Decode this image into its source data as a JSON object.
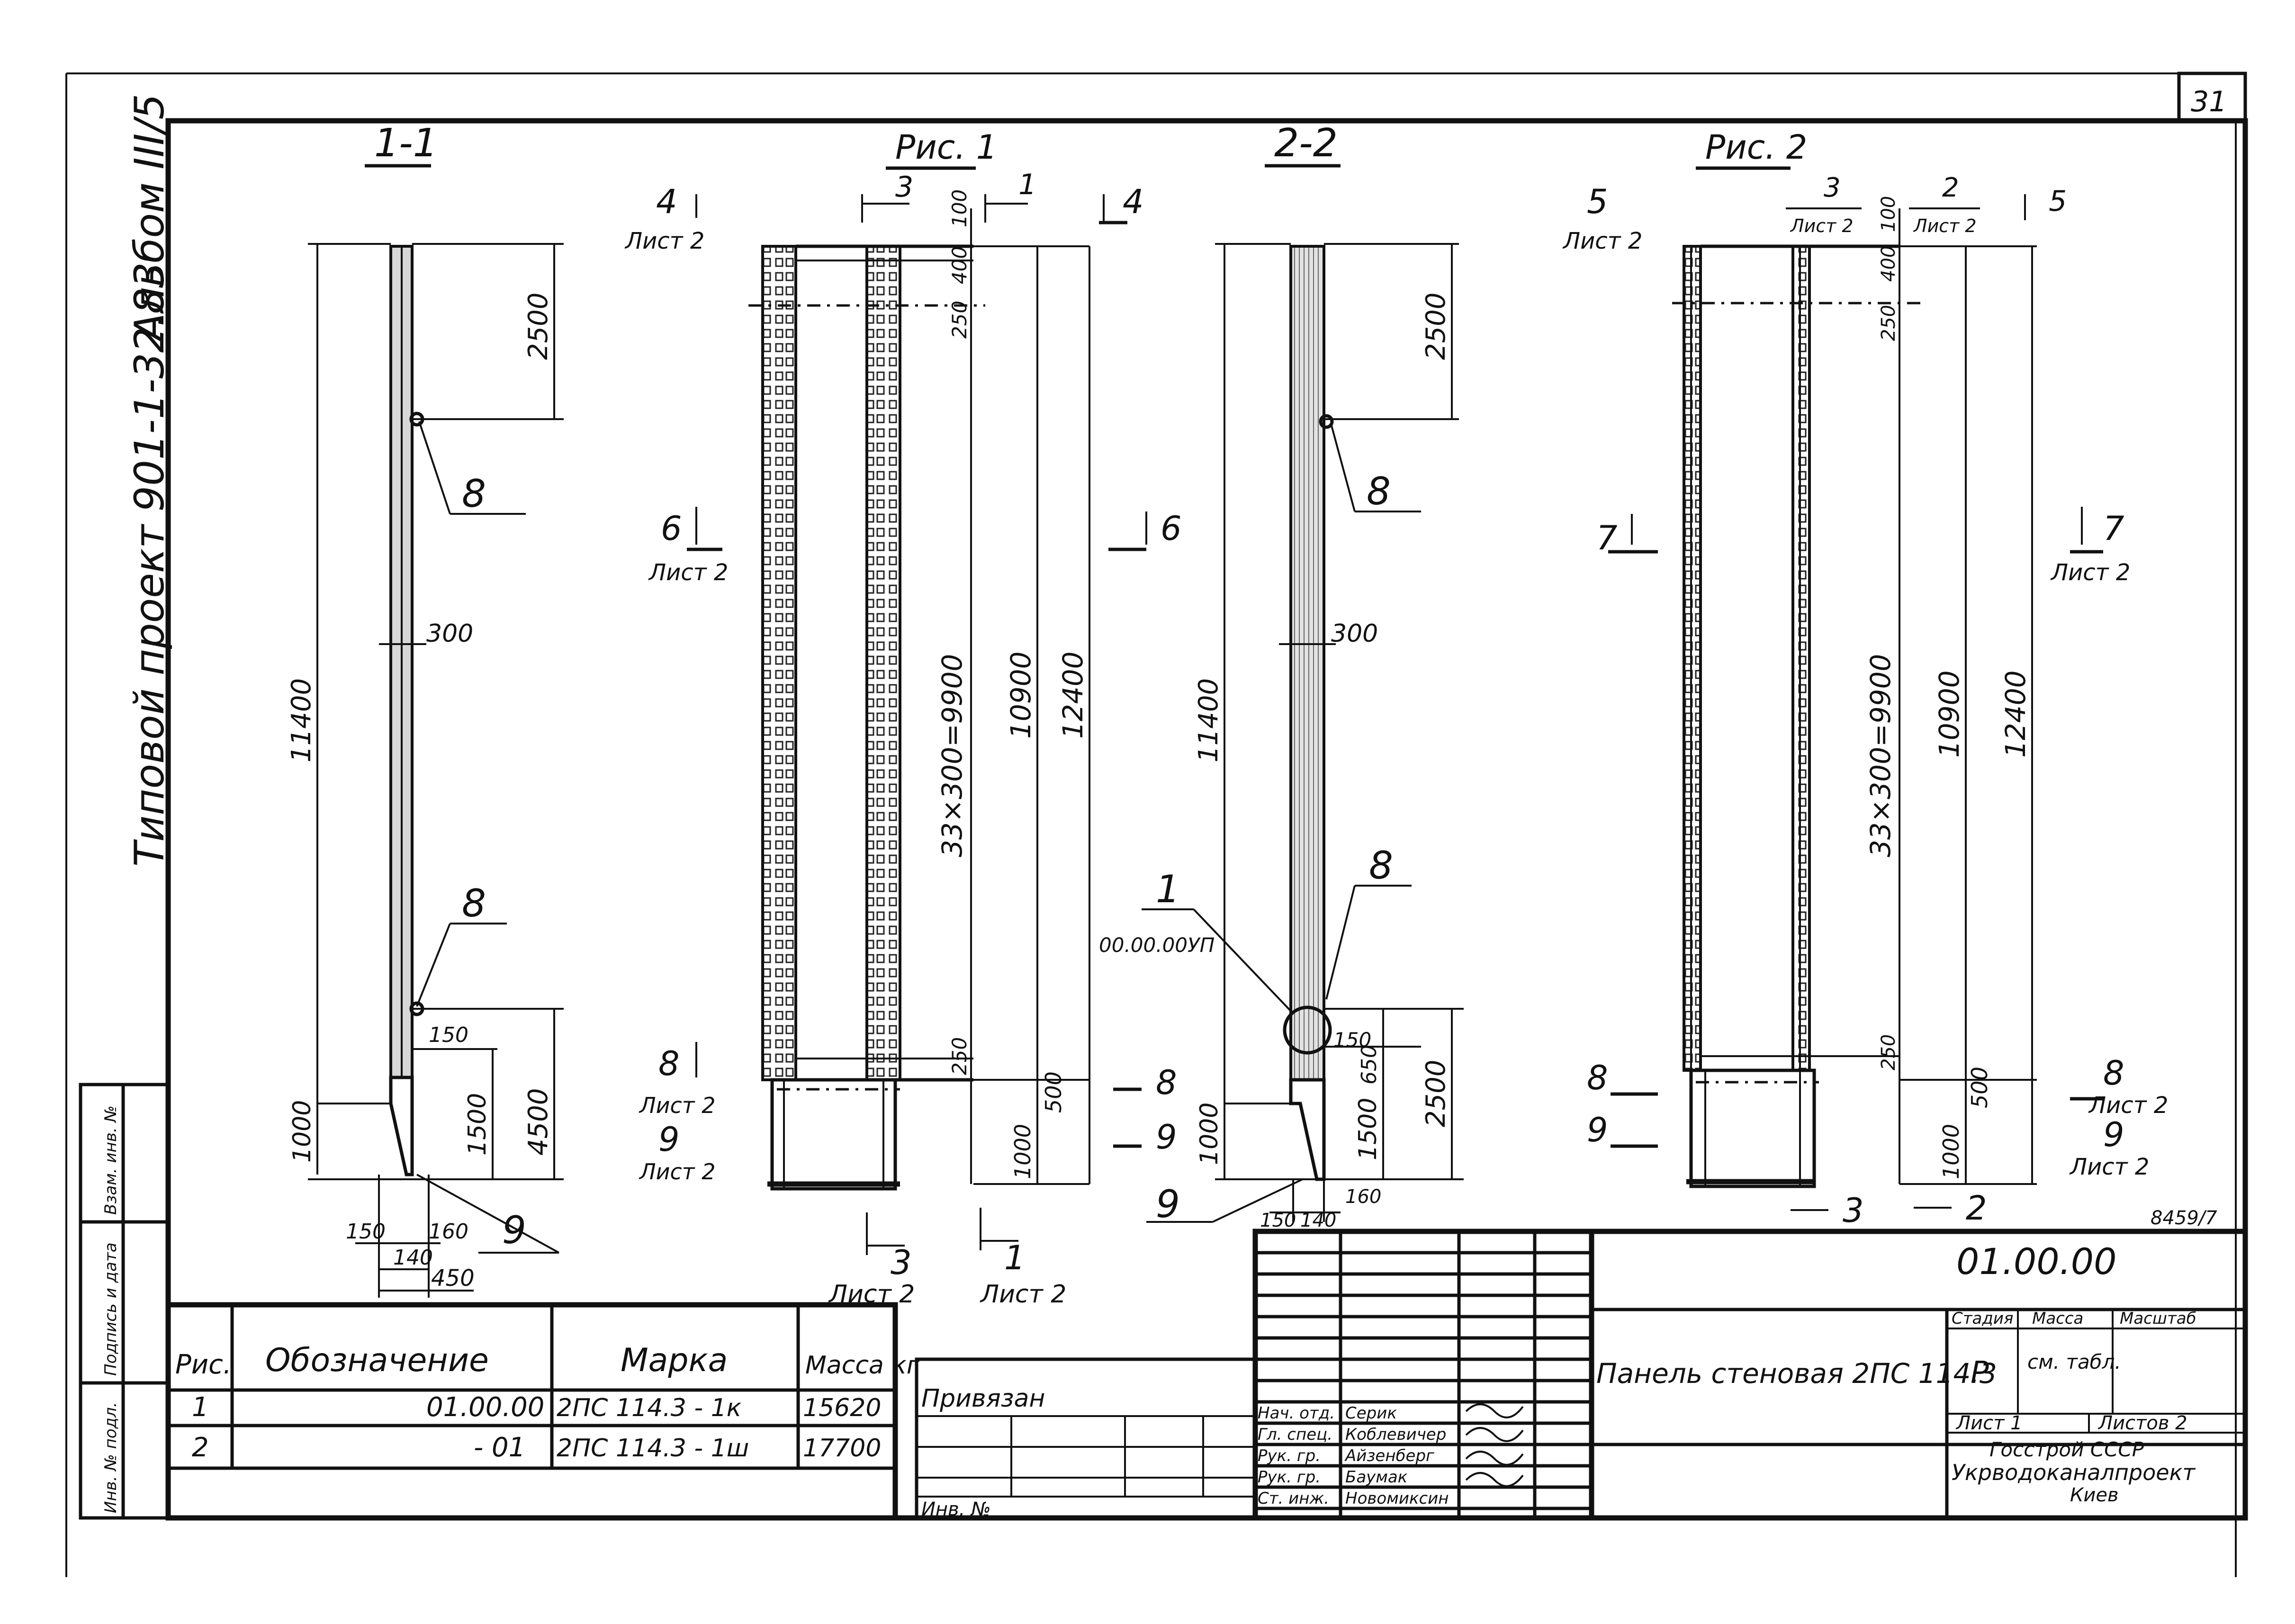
{
  "sheet": {
    "corner_number": "31",
    "album_label": "Альбом III/5",
    "project_label": "Типовой проект 901-1-32.83",
    "side_stamp": [
      "Инв. № подл.",
      "Подпись и дата",
      "Взам. инв. №"
    ],
    "archive_number": "8459/7"
  },
  "views": {
    "section_1": {
      "title": "1-1",
      "dim_total": "11400",
      "dim_top": "2500",
      "dim_mid": "300",
      "dim_lower_a": "150",
      "dim_lower_b": "1500",
      "dim_lower_c": "4500",
      "dim_bottom": "1000",
      "foot_a": "150",
      "foot_b": "160",
      "foot_c": "140",
      "foot_total": "450",
      "pos_8": "8",
      "pos_9": "9"
    },
    "fig_1": {
      "title": "Рис. 1",
      "cut_4": "4",
      "cut_6": "6",
      "cut_8": "8",
      "cut_9": "9",
      "cut_3": "3",
      "cut_1": "1",
      "sheet2": "Лист 2",
      "dim_100": "100",
      "dim_400": "400",
      "dim_250_top": "250",
      "dim_grid": "33×300=9900",
      "dim_10900": "10900",
      "dim_12400": "12400",
      "dim_250_bot": "250",
      "dim_500": "500",
      "dim_1000": "1000"
    },
    "section_2": {
      "title": "2-2",
      "dim_total": "11400",
      "dim_top": "2500",
      "dim_mid": "300",
      "dim_150": "150",
      "dim_650": "650",
      "dim_1500": "1500",
      "dim_2500": "2500",
      "dim_1000": "1000",
      "foot_a": "150",
      "foot_b": "140",
      "foot_c": "160",
      "pos_8": "8",
      "pos_1": "1",
      "pos_1_ref": "00.00.00УП",
      "pos_9": "9"
    },
    "fig_2": {
      "title": "Рис. 2",
      "cut_5": "5",
      "cut_7": "7",
      "cut_8": "8",
      "cut_9": "9",
      "cut_3": "3",
      "cut_2": "2",
      "sheet2": "Лист 2",
      "dim_100": "100",
      "dim_400": "400",
      "dim_250_top": "250",
      "dim_grid": "33×300=9900",
      "dim_10900": "10900",
      "dim_12400": "12400",
      "dim_250_bot": "250",
      "dim_500": "500",
      "dim_1000": "1000"
    }
  },
  "spec_table": {
    "headers": [
      "Рис.",
      "Обозначение",
      "Марка",
      "Масса кг"
    ],
    "rows": [
      [
        "1",
        "01.00.00",
        "2ПС 114.3 - 1к",
        "15620"
      ],
      [
        "2",
        "- 01",
        "2ПС 114.3 - 1ш",
        "17700"
      ]
    ]
  },
  "privyazan": {
    "label": "Привязан",
    "inv_label": "Инв. №"
  },
  "title_block": {
    "code": "01.00.00",
    "name": "Панель стеновая 2ПС 114.3",
    "stage_head": "Стадия",
    "mass_head": "Масса",
    "scale_head": "Масштаб",
    "stage": "Р",
    "mass": "см. табл.",
    "sheet": "Лист 1",
    "sheets": "Листов 2",
    "org_1": "Госстрой СССР",
    "org_2": "Укрводоканалпроект",
    "org_3": "Киев",
    "signers": [
      {
        "role": "Нач. отд.",
        "name": "Серик"
      },
      {
        "role": "Гл. спец.",
        "name": "Коблевичер"
      },
      {
        "role": "Рук. гр.",
        "name": "Айзенберг"
      },
      {
        "role": "Рук. гр.",
        "name": "Баумак"
      },
      {
        "role": "Ст. инж.",
        "name": "Новомиксин"
      }
    ]
  }
}
